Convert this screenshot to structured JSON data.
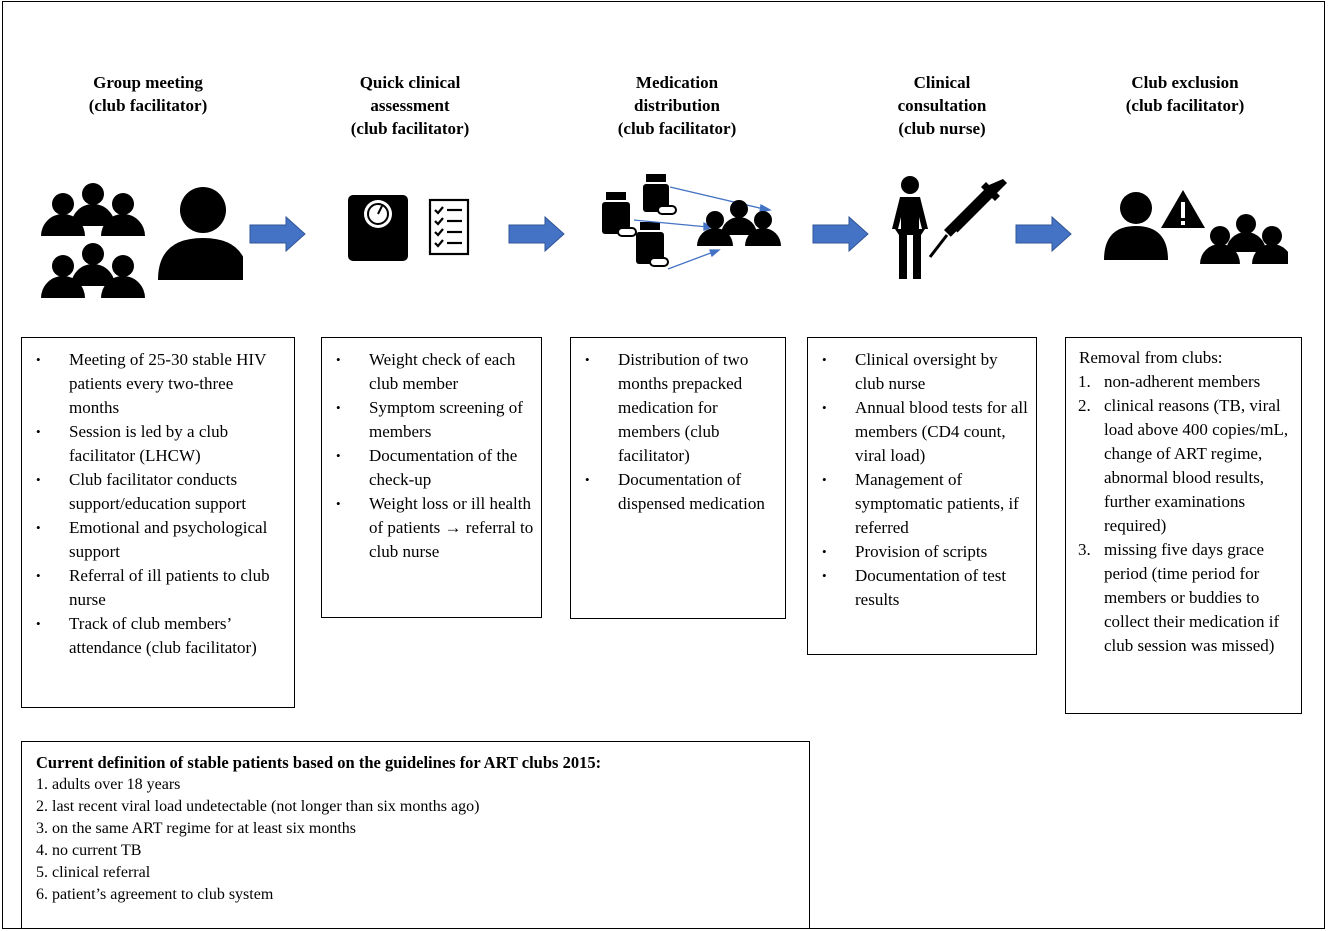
{
  "steps": [
    {
      "title_lines": [
        "Group meeting",
        "(club facilitator)"
      ],
      "icons": [
        "group-icon",
        "group-icon",
        "person-icon"
      ],
      "bullets": [
        "Meeting of 25-30 stable HIV patients every two-three months",
        "Session is led by a club facilitator (LHCW)",
        "Club facilitator conducts support/education support",
        "Emotional and psychological support",
        "Referral of ill patients to club nurse",
        "Track of club members’ attendance (club facilitator)"
      ]
    },
    {
      "title_lines": [
        "Quick clinical",
        "assessment",
        "(club facilitator)"
      ],
      "icons": [
        "scale-icon",
        "checklist-icon"
      ],
      "bullets": [
        "Weight check of each club member",
        "Symptom screening of members",
        "Documentation of the check-up",
        "Weight loss or ill health of patients → referral to club nurse"
      ]
    },
    {
      "title_lines": [
        "Medication",
        "distribution",
        "(club facilitator)"
      ],
      "icons": [
        "medication-icon",
        "group-icon"
      ],
      "bullets": [
        "Distribution of two months prepacked medication for members (club facilitator)",
        "Documentation of dispensed medication"
      ]
    },
    {
      "title_lines": [
        "Clinical",
        "consultation",
        "(club nurse)"
      ],
      "icons": [
        "nurse-icon",
        "syringe-icon"
      ],
      "bullets": [
        "Clinical oversight by club nurse",
        "Annual blood tests for all members (CD4 count, viral load)",
        "Management of symptomatic patients, if referred",
        "Provision of scripts",
        "Documentation of test results"
      ]
    },
    {
      "title_lines": [
        "Club exclusion",
        "(club facilitator)"
      ],
      "icons": [
        "person-icon",
        "warning-icon",
        "group-icon"
      ],
      "intro": "Removal from clubs:",
      "numbered": [
        {
          "n": "1.",
          "text": "non-adherent members"
        },
        {
          "n": "2.",
          "text": "clinical reasons (TB, viral load above 400 copies/mL, change of ART regime, abnormal blood results, further examinations required)"
        },
        {
          "n": "3.",
          "text": "missing five days grace period (time period for members or buddies to collect their medication if club session was missed)"
        }
      ]
    }
  ],
  "colors": {
    "arrow": "#4472C4",
    "arrow_border": "#2F5597",
    "icon": "#000000"
  },
  "definition": {
    "title": "Current definition of stable patients based on the guidelines for ART clubs 2015:",
    "items": [
      "1. adults over 18 years",
      "2. last recent viral load undetectable (not longer than six months ago)",
      "3. on the same ART regime for at least six months",
      "4. no current TB",
      "5. clinical referral",
      "6. patient’s agreement to club system"
    ]
  }
}
